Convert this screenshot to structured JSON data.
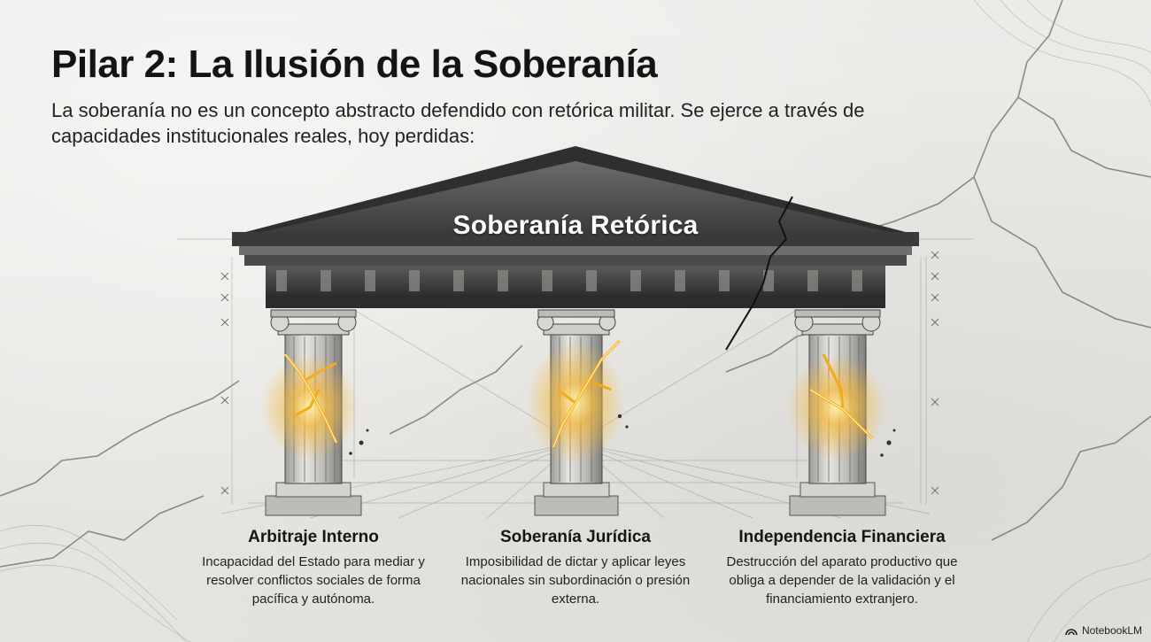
{
  "title": "Pilar 2: La Ilusión de la Soberanía",
  "subtitle": "La soberanía no es un concepto abstracto defendido con retórica militar. Se ejerce a través de capacidades institucionales reales, hoy perdidas:",
  "temple": {
    "pediment_label": "Soberanía Retórica"
  },
  "pillars": [
    {
      "title": "Arbitraje Interno",
      "description": "Incapacidad del Estado para mediar y resolver conflictos sociales de forma pacífica y autónoma."
    },
    {
      "title": "Soberanía Jurídica",
      "description": "Imposibilidad de dictar y aplicar leyes nacionales sin subordinación o presión externa."
    },
    {
      "title": "Independencia Financiera",
      "description": "Destrucción del aparato productivo que obliga a depender de la validación y el financiamiento extranjero."
    }
  ],
  "brand": {
    "label": "NotebookLM",
    "icon": "notebooklm-logo-icon"
  },
  "colors": {
    "background": "#e9e8e4",
    "stone_dark": "#3a3a3a",
    "crack_glow": "#f5b82e",
    "text": "#1c1c1c"
  }
}
